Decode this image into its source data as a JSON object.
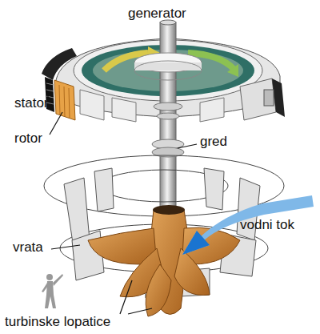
{
  "diagram": {
    "labels": [
      "generator",
      "stator",
      "rotor",
      "gred",
      "vrata",
      "vodni tok",
      "turbinske lopatice"
    ]
  }
}
